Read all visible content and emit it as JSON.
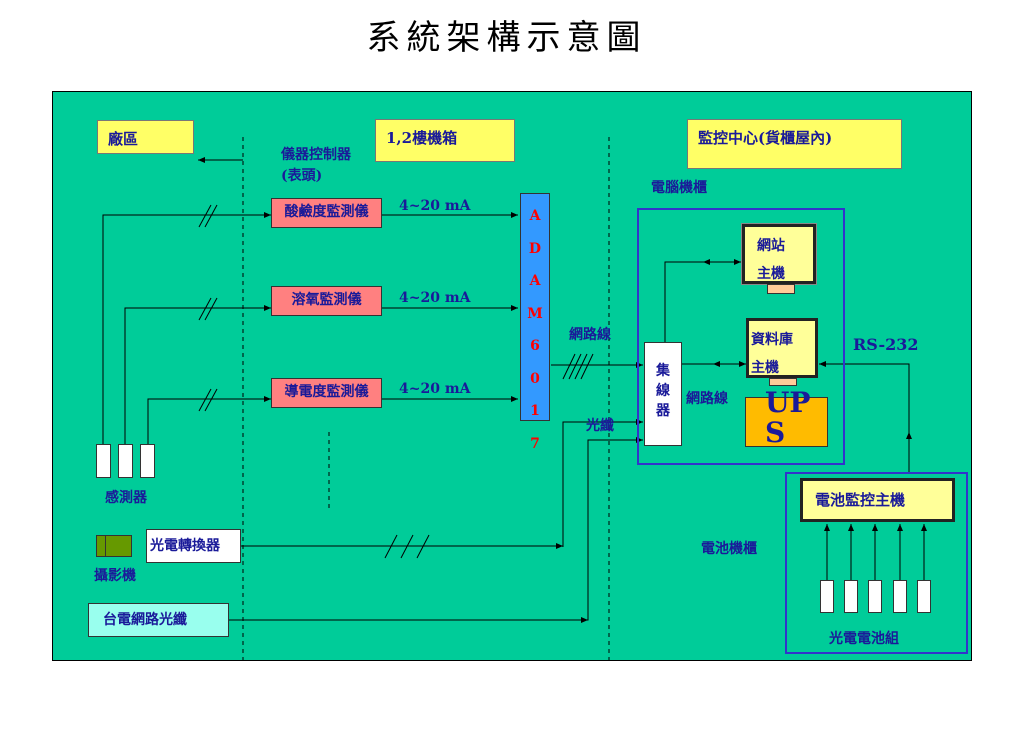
{
  "title": "系統架構示意圖",
  "zones": {
    "factory": "廠區",
    "cabinet12": "1,2樓機箱",
    "control_center": "監控中心(貨櫃屋內)"
  },
  "labels": {
    "instrument_controller_line1": "儀器控制器",
    "instrument_controller_line2": "(表頭)",
    "computer_cabinet": "電腦機櫃",
    "network_line_top": "網路線",
    "network_line_hub": "網路線",
    "fiber": "光纖",
    "rs232": "RS-232",
    "battery_cabinet": "電池機櫃"
  },
  "instruments": [
    {
      "name": "酸鹼度監測儀",
      "signal": "4~20 mA"
    },
    {
      "name": "溶氧監測儀",
      "signal": "4~20 mA"
    },
    {
      "name": "導電度監測儀",
      "signal": "4~20 mA"
    }
  ],
  "adam_chars": [
    "A",
    "D",
    "A",
    "M",
    "6",
    "0",
    "1",
    "7"
  ],
  "hub_chars": [
    "集",
    "線",
    "器"
  ],
  "web_host": {
    "line1": "網站",
    "line2": "主機"
  },
  "db_host": {
    "line1": "資料庫",
    "line2": "主機"
  },
  "ups": {
    "line1": "UP",
    "line2": "S"
  },
  "sensor_label": "感測器",
  "converter": "光電轉換器",
  "camera": "攝影機",
  "taipower": "台電網路光纖",
  "battery_monitor": "電池監控主機",
  "battery_set": "光電電池組",
  "colors": {
    "background": "#00cc99",
    "yellow_box": "#ffff66",
    "instrument_box": "#ff8080",
    "adam_bar": "#3399ff",
    "adam_text": "#ff0000",
    "ups": "#ffbb00",
    "label_text": "#1a1a99",
    "cabinet_border": "#3333cc"
  }
}
